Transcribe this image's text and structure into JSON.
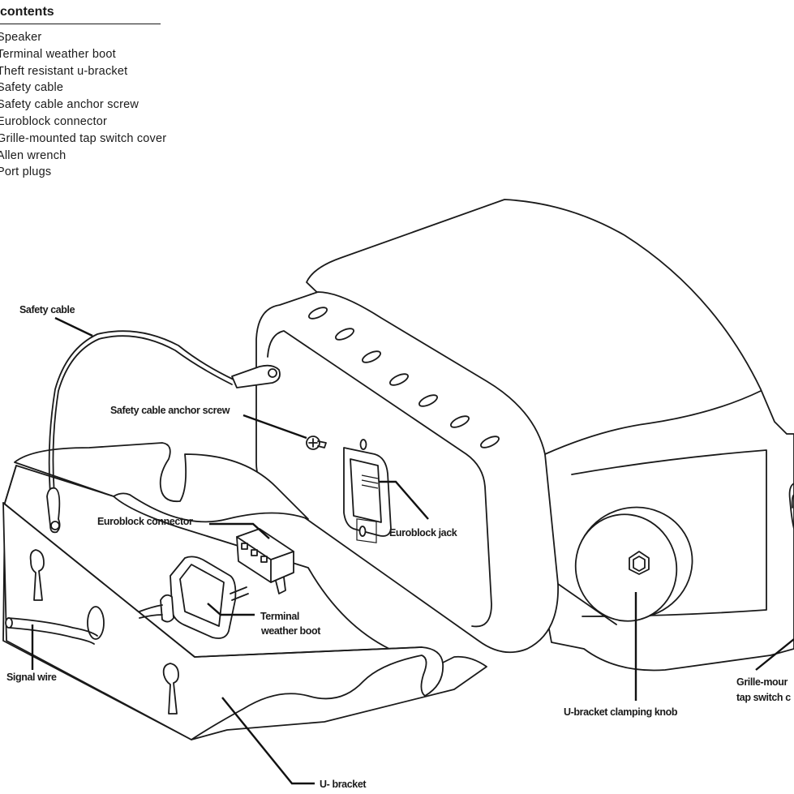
{
  "contents": {
    "header": "contents",
    "items": [
      "Speaker",
      "Terminal weather boot",
      "Theft resistant u-bracket",
      "Safety cable",
      "Safety cable anchor screw",
      "Euroblock connector",
      "Grille-mounted tap switch cover",
      "Allen wrench",
      "Port plugs"
    ]
  },
  "callouts": {
    "safety_cable": "Safety cable",
    "anchor_screw": "Safety cable anchor screw",
    "euroblock_connector": "Euroblock connector",
    "euroblock_jack": "Euroblock jack",
    "terminal_boot_line1": "Terminal",
    "terminal_boot_line2": "weather boot",
    "signal_wire": "Signal wire",
    "clamping_knob": "U-bracket clamping knob",
    "grille_cover_line1": "Grille-mour",
    "grille_cover_line2": "tap switch c",
    "u_bracket": "U- bracket"
  }
}
